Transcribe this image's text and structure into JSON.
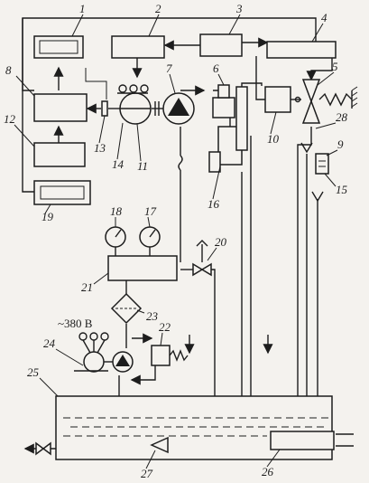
{
  "diagram": {
    "voltage_label": "~380 В",
    "labels": [
      {
        "id": "1",
        "text": "1"
      },
      {
        "id": "2",
        "text": "2"
      },
      {
        "id": "3",
        "text": "3"
      },
      {
        "id": "4",
        "text": "4"
      },
      {
        "id": "5",
        "text": "5"
      },
      {
        "id": "6",
        "text": "6"
      },
      {
        "id": "7",
        "text": "7"
      },
      {
        "id": "8",
        "text": "8"
      },
      {
        "id": "9",
        "text": "9"
      },
      {
        "id": "10",
        "text": "10"
      },
      {
        "id": "11",
        "text": "11"
      },
      {
        "id": "12",
        "text": "12"
      },
      {
        "id": "13",
        "text": "13"
      },
      {
        "id": "14",
        "text": "14"
      },
      {
        "id": "15",
        "text": "15"
      },
      {
        "id": "16",
        "text": "16"
      },
      {
        "id": "17",
        "text": "17"
      },
      {
        "id": "18",
        "text": "18"
      },
      {
        "id": "19",
        "text": "19"
      },
      {
        "id": "20",
        "text": "20"
      },
      {
        "id": "21",
        "text": "21"
      },
      {
        "id": "22",
        "text": "22"
      },
      {
        "id": "23",
        "text": "23"
      },
      {
        "id": "24",
        "text": "24"
      },
      {
        "id": "25",
        "text": "25"
      },
      {
        "id": "26",
        "text": "26"
      },
      {
        "id": "27",
        "text": "27"
      },
      {
        "id": "28",
        "text": "28"
      }
    ]
  }
}
